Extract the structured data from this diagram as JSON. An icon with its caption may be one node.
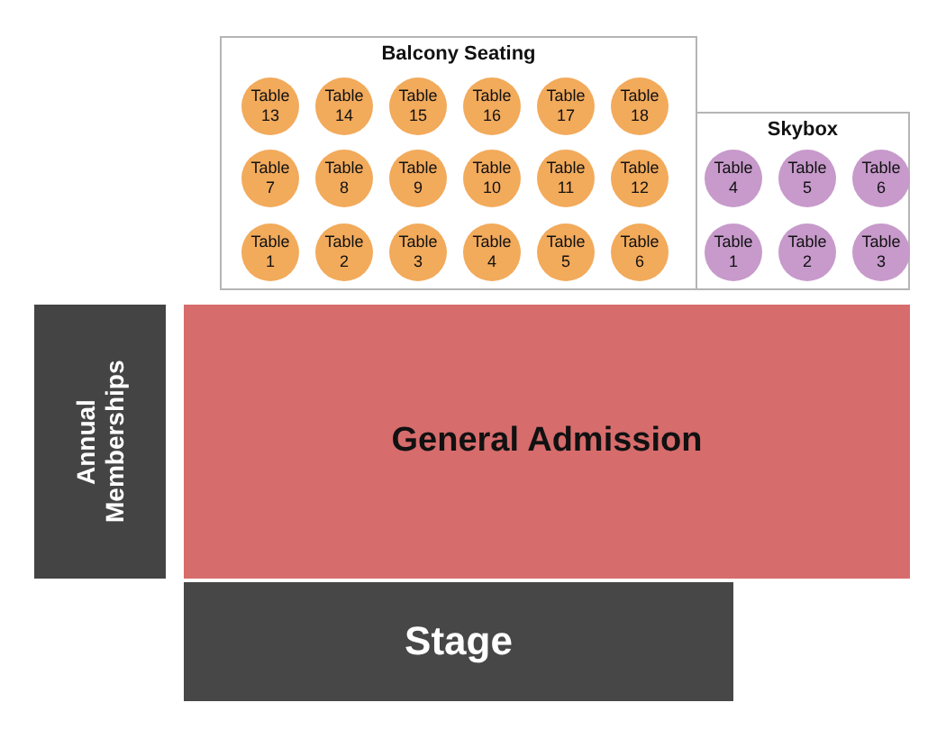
{
  "diagram": {
    "nodes": [
      {
        "text": [
          "Balcony Seating"
        ]
      },
      {
        "text": [
          "Table 13"
        ],
        "in": 0
      },
      {
        "text": [
          "Table 14"
        ],
        "in": 0
      },
      {
        "text": [
          "Table 15"
        ],
        "in": 0
      },
      {
        "text": [
          "Table 16"
        ],
        "in": 0
      },
      {
        "text": [
          "Table 17"
        ],
        "in": 0
      },
      {
        "text": [
          "Table 18"
        ],
        "in": 0
      },
      {
        "text": [
          "Table 7"
        ],
        "in": 0
      },
      {
        "text": [
          "Table 8"
        ],
        "in": 0
      },
      {
        "text": [
          "Table 9"
        ],
        "in": 0
      },
      {
        "text": [
          "Table 10"
        ],
        "in": 0
      },
      {
        "text": [
          "Table 11"
        ],
        "in": 0
      },
      {
        "text": [
          "Table 12"
        ],
        "in": 0
      },
      {
        "text": [
          "Table 1"
        ],
        "in": 0
      },
      {
        "text": [
          "Table 2"
        ],
        "in": 0
      },
      {
        "text": [
          "Table 3"
        ],
        "in": 0
      },
      {
        "text": [
          "Table 4"
        ],
        "in": 0
      },
      {
        "text": [
          "Table 5"
        ],
        "in": 0
      },
      {
        "text": [
          "Table 6"
        ],
        "in": 0
      },
      {
        "text": [
          "Skybox"
        ]
      },
      {
        "text": [
          "Table 4"
        ],
        "in": 19
      },
      {
        "text": [
          "Table 5"
        ],
        "in": 19
      },
      {
        "text": [
          "Table 6"
        ],
        "in": 19
      },
      {
        "text": [
          "Table 1"
        ],
        "in": 19
      },
      {
        "text": [
          "Table 2"
        ],
        "in": 19
      },
      {
        "text": [
          "Table 3"
        ],
        "in": 19
      },
      {
        "text": [
          "Annual Memberships"
        ]
      },
      {
        "text": [
          "General Admission"
        ]
      },
      {
        "text": [
          "Stage"
        ]
      }
    ]
  }
}
